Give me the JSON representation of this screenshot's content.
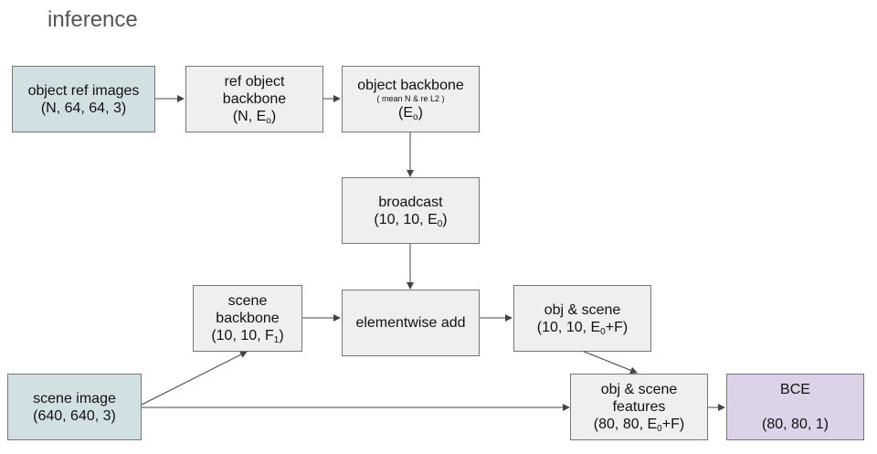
{
  "title": "inference",
  "nodes": {
    "object_ref_images": {
      "line1": "object ref images",
      "line2": "(N, 64, 64, 3)"
    },
    "ref_object_backbone": {
      "line1": "ref object",
      "line2": "backbone",
      "shape_pre": "(N, E",
      "shape_sub": "o",
      "shape_post": ")"
    },
    "object_backbone": {
      "line1": "object backbone",
      "note": "( mean N & re L2 )",
      "shape_pre": "(E",
      "shape_sub": "o",
      "shape_post": ")"
    },
    "broadcast": {
      "line1": "broadcast",
      "shape_pre": "(10, 10, E",
      "shape_sub": "0",
      "shape_post": ")"
    },
    "scene_backbone": {
      "line1": "scene",
      "line2": "backbone",
      "shape_pre": "(10, 10, F",
      "shape_sub": "1",
      "shape_post": ")"
    },
    "elementwise_add": {
      "line1": "elementwise add"
    },
    "obj_scene": {
      "line1": "obj & scene",
      "shape_pre": "(10, 10, E",
      "shape_sub": "0",
      "shape_post": "+F)"
    },
    "scene_image": {
      "line1": "scene image",
      "line2": "(640, 640, 3)"
    },
    "obj_scene_features": {
      "line1": "obj & scene",
      "line2": "features",
      "shape_pre": "(80, 80, E",
      "shape_sub": "0",
      "shape_post": "+F)"
    },
    "bce": {
      "line1": "BCE",
      "line2": "(80, 80, 1)"
    }
  },
  "colors": {
    "process": "#efefef",
    "input": "#d1e0e3",
    "output": "#dcd3e8",
    "border": "#777777",
    "arrow": "#555555"
  }
}
